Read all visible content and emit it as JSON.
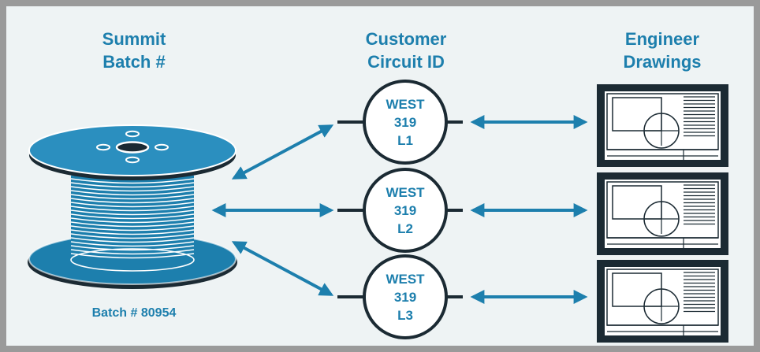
{
  "headings": {
    "batch": "Summit\nBatch #",
    "circuit": "Customer\nCircuit ID",
    "drawings": "Engineer\nDrawings"
  },
  "batch_caption": "Batch # 80954",
  "circuits": [
    {
      "line1": "WEST",
      "line2": "319",
      "line3": "L1"
    },
    {
      "line1": "WEST",
      "line2": "319",
      "line3": "L2"
    },
    {
      "line1": "WEST",
      "line2": "319",
      "line3": "L3"
    }
  ],
  "colors": {
    "accent": "#1d7fad",
    "spool_light": "#2b8fbf",
    "dark": "#1b2a33",
    "background": "#eef3f4",
    "border": "#9a9a9a"
  },
  "icons": [
    "cable-spool-icon",
    "engineering-drawing-icon",
    "double-arrow-icon"
  ]
}
